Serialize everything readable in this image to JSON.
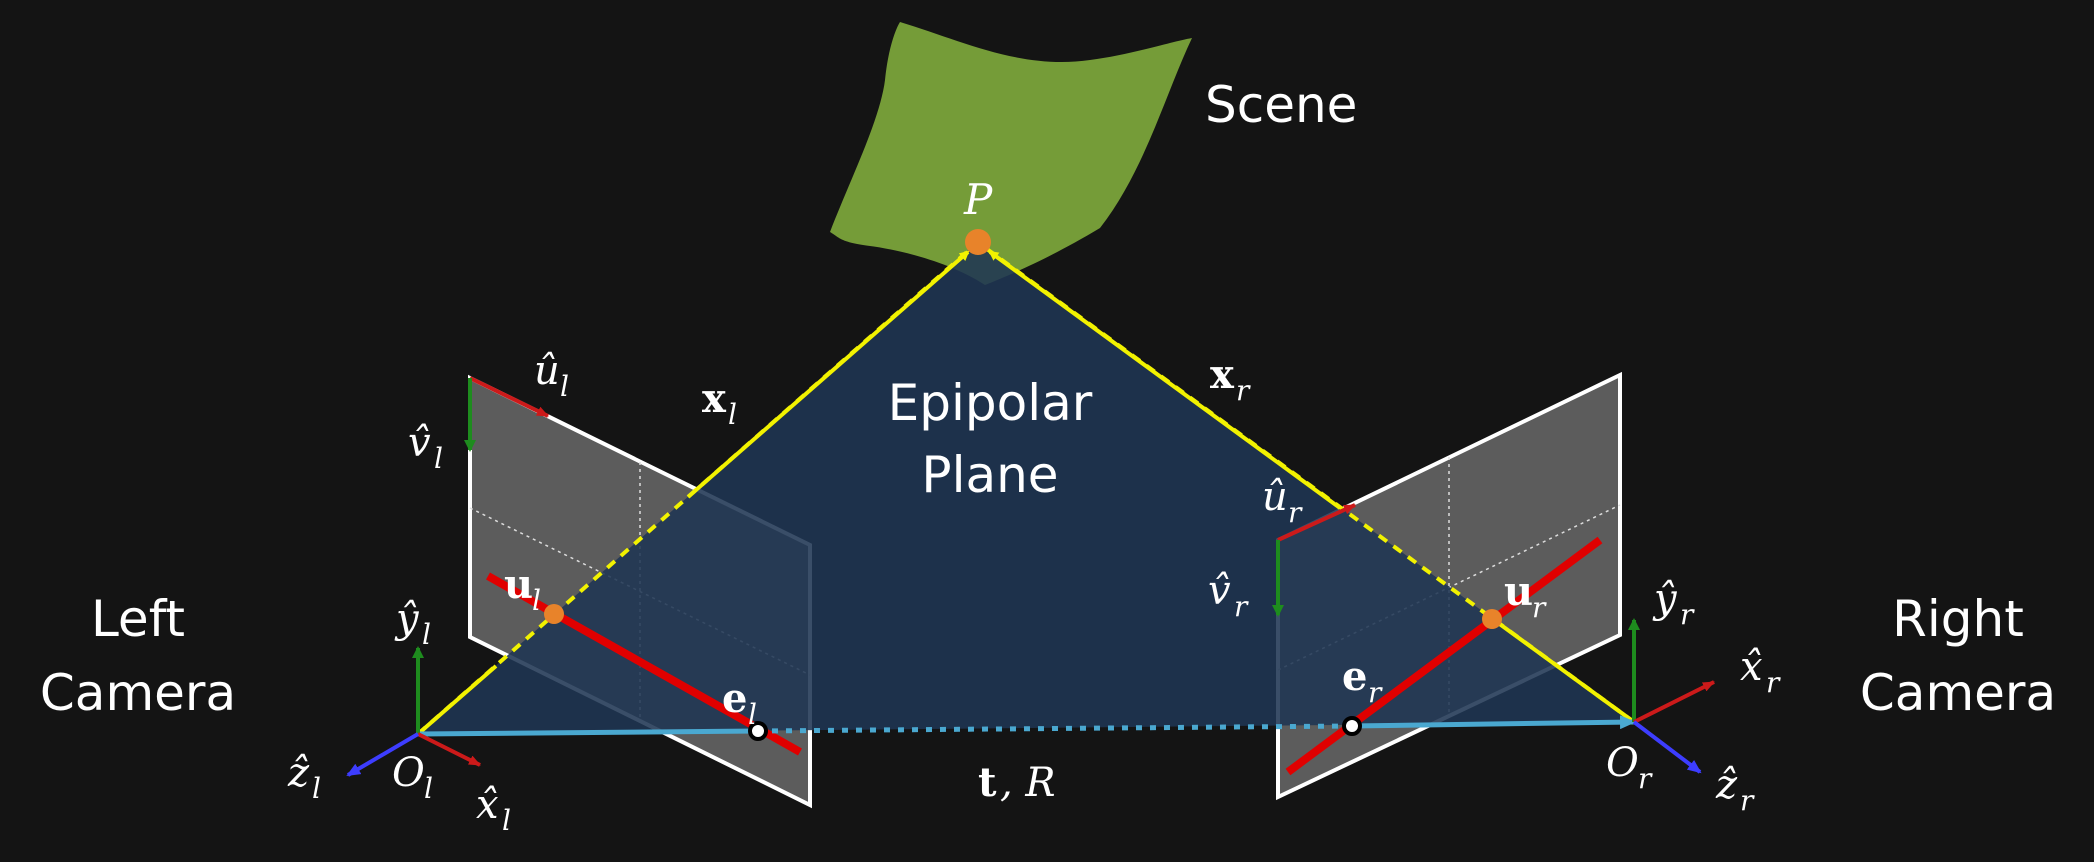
{
  "labels": {
    "scene": "Scene",
    "epipolar_line1": "Epipolar",
    "epipolar_line2": "Plane",
    "left_camera_line1": "Left",
    "left_camera_line2": "Camera",
    "right_camera_line1": "Right",
    "right_camera_line2": "Camera"
  },
  "math": {
    "P": "P",
    "x_l": "x",
    "x_l_sub": "l",
    "x_r": "x",
    "x_r_sub": "r",
    "u_l": "u",
    "u_l_sub": "l",
    "u_r": "u",
    "u_r_sub": "r",
    "e_l": "e",
    "e_l_sub": "l",
    "e_r": "e",
    "e_r_sub": "r",
    "uhat_l": "û",
    "uhat_l_sub": "l",
    "vhat_l": "v̂",
    "vhat_l_sub": "l",
    "uhat_r": "û",
    "uhat_r_sub": "r",
    "vhat_r": "v̂",
    "vhat_r_sub": "r",
    "yhat_l": "ŷ",
    "yhat_l_sub": "l",
    "zhat_l": "ẑ",
    "zhat_l_sub": "l",
    "xhat_l": "x̂",
    "xhat_l_sub": "l",
    "O_l": "O",
    "O_l_sub": "l",
    "yhat_r": "ŷ",
    "yhat_r_sub": "r",
    "xhat_r": "x̂",
    "xhat_r_sub": "r",
    "zhat_r": "ẑ",
    "zhat_r_sub": "r",
    "O_r": "O",
    "O_r_sub": "r",
    "t_bold": "t",
    "t_rest": ", R"
  },
  "colors": {
    "background": "#141414",
    "scene": "#7aa33a",
    "epipolar_plane": "#1f3553",
    "image_plane": "#5c5c5c",
    "ray": "#f2f200",
    "epipolar_line": "#e00000",
    "baseline": "#4aa8d0",
    "point": "#e8832a",
    "axis_y": "#1e8c1e",
    "axis_x": "#cc1a1a",
    "axis_z": "#3d3dff"
  }
}
